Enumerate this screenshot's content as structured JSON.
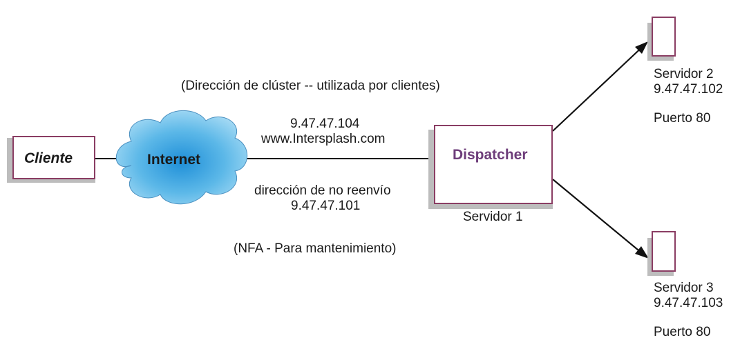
{
  "colors": {
    "box_border": "#8a3d63",
    "shadow": "#bdbdbd",
    "cloud_fill": "#3ea8e0",
    "line": "#111111",
    "dispatcher_text": "#6d3d7a"
  },
  "nodes": {
    "cliente": "Cliente",
    "internet": "Internet",
    "dispatcher": "Dispatcher",
    "dispatcher_caption": "Servidor 1"
  },
  "labels": {
    "cluster_note": "(Dirección de clúster -- utilizada por clientes)",
    "cluster_ip": "9.47.47.104",
    "cluster_host": "www.Intersplash.com",
    "nfa_title": "dirección de no reenvío",
    "nfa_ip": "9.47.47.101",
    "nfa_note": "(NFA - Para mantenimiento)"
  },
  "servers": [
    {
      "name": "Servidor 2",
      "ip": "9.47.47.102",
      "port": "Puerto 80"
    },
    {
      "name": "Servidor 3",
      "ip": "9.47.47.103",
      "port": "Puerto 80"
    }
  ]
}
